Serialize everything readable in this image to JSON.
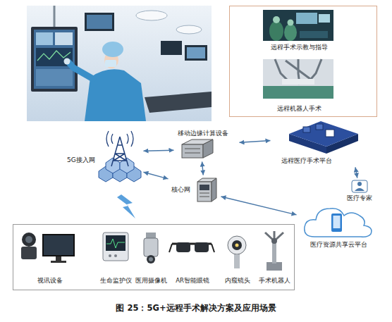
{
  "diagram": {
    "caption": "图 25：5G+远程手术解决方案及应用场景",
    "nodes": [
      {
        "text": [
          "远程手术示教与指导",
          "远程机器人手术"
        ]
      },
      {
        "text": [
          "移动边缘计算设备"
        ]
      },
      {
        "text": [
          "5G接入网"
        ]
      },
      {
        "text": [
          "远程医疗手术平台"
        ]
      },
      {
        "text": [
          "医疗专家"
        ]
      },
      {
        "text": [
          "核心网"
        ]
      },
      {
        "text": [
          "医疗资源共享云平台"
        ]
      },
      {
        "text": [
          "视讯设备",
          "生命监护仪",
          "医用摄像机",
          "AR智能眼镜",
          "内窥镜头",
          "手术机器人"
        ]
      }
    ],
    "edges": [
      {
        "from": 2,
        "to": 1,
        "arrow": "both"
      },
      {
        "from": 2,
        "to": 5,
        "arrow": "both"
      },
      {
        "from": 1,
        "to": 5,
        "arrow": "both"
      },
      {
        "from": 1,
        "to": 3,
        "arrow": "both"
      },
      {
        "from": 3,
        "to": 4,
        "arrow": "both"
      },
      {
        "from": 5,
        "to": 6,
        "arrow": "both"
      }
    ]
  }
}
